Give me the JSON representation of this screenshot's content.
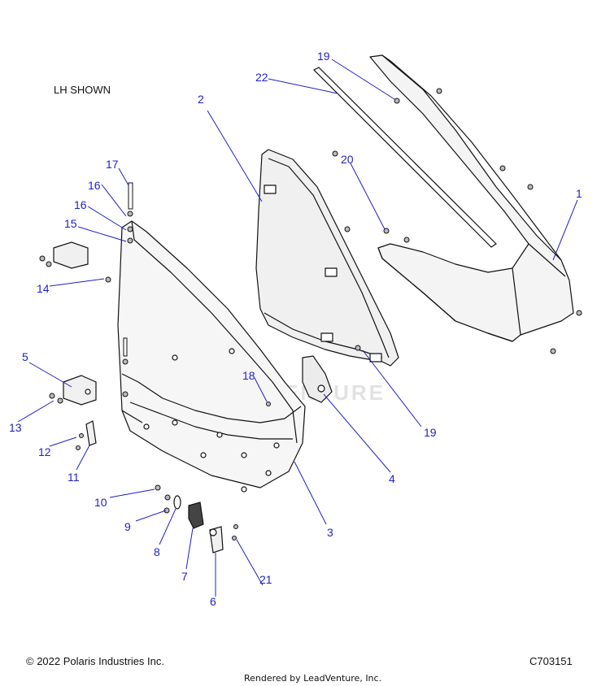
{
  "note": "LH SHOWN",
  "copyright": "© 2022 Polaris Industries Inc.",
  "code": "C703151",
  "rendered_by": "Rendered by LeadVenture, Inc.",
  "watermark": "LEADVENTURE",
  "colors": {
    "callout": "#1f1fc8",
    "line": "#1f1fc8",
    "ink": "#111111",
    "fill": "#f2f2f2"
  },
  "callouts": {
    "c1": "1",
    "c2": "2",
    "c3": "3",
    "c4": "4",
    "c5": "5",
    "c6": "6",
    "c7": "7",
    "c8": "8",
    "c9": "9",
    "c10": "10",
    "c11": "11",
    "c12": "12",
    "c13": "13",
    "c14": "14",
    "c15": "15",
    "c16a": "16",
    "c16b": "16",
    "c17": "17",
    "c18": "18",
    "c19a": "19",
    "c19b": "19",
    "c20": "20",
    "c21": "21",
    "c22": "22"
  }
}
